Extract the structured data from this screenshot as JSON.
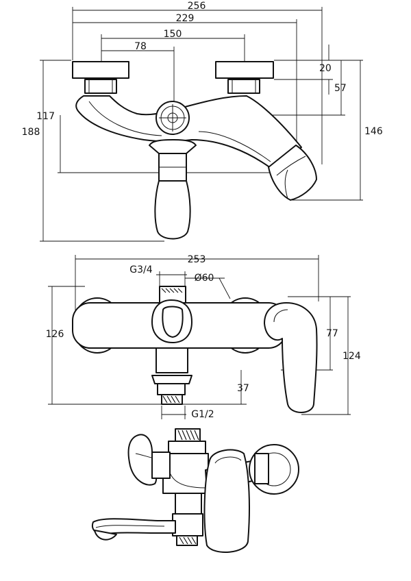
{
  "dimensions": {
    "top_view": {
      "overall_width": "256",
      "spout_width": "229",
      "centers": "150",
      "handle_offset": "78",
      "cap_height": "20",
      "nut_height": "57",
      "spout_drop": "117",
      "total_height": "188",
      "spout_outlet_height": "146"
    },
    "front_view": {
      "width": "253",
      "inlet_thread": "G3/4",
      "diameter": "Ø60",
      "total_height": "126",
      "body_height": "77",
      "lever_height": "124",
      "outlet_height": "37",
      "outlet_thread": "G1/2"
    }
  }
}
